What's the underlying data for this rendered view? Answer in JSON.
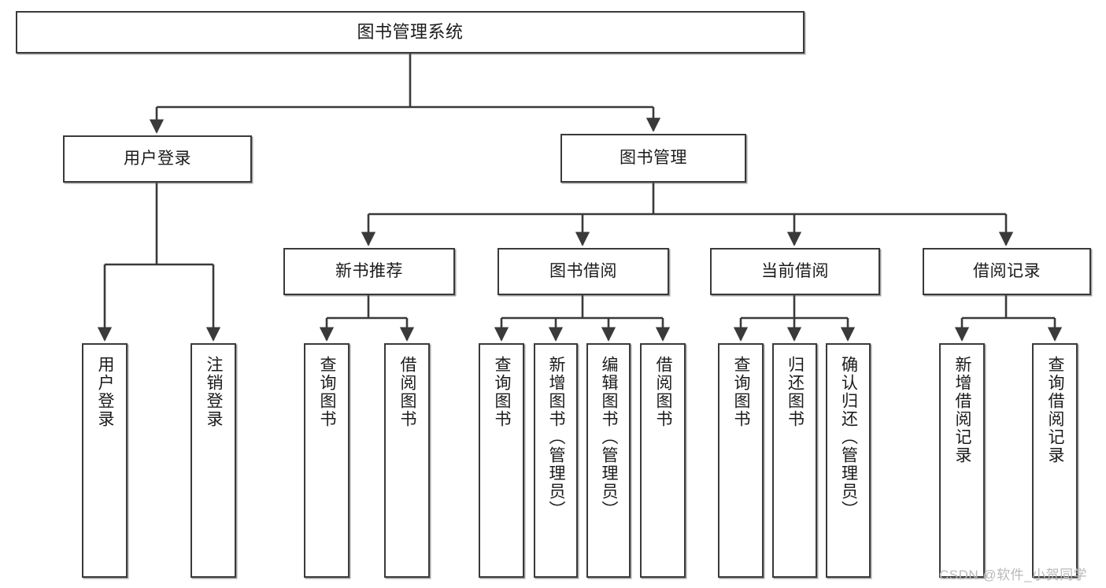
{
  "diagram": {
    "title": "图书管理系统",
    "type": "tree",
    "stroke_color": "#3a3a3a",
    "fill_color": "#ffffff",
    "text_color": "#1b1b1b"
  },
  "root": {
    "label": "图书管理系统"
  },
  "level2": [
    {
      "label": "用户登录"
    },
    {
      "label": "图书管理"
    }
  ],
  "level3": [
    {
      "label": "新书推荐"
    },
    {
      "label": "图书借阅"
    },
    {
      "label": "当前借阅"
    },
    {
      "label": "借阅记录"
    }
  ],
  "leaves": {
    "user_login": [
      {
        "label": "用户登录"
      },
      {
        "label": "注销登录"
      }
    ],
    "new_book_recommend": [
      {
        "label": "查询图书"
      },
      {
        "label": "借阅图书"
      }
    ],
    "book_borrow": [
      {
        "label": "查询图书"
      },
      {
        "label": "新增图书（管理员）"
      },
      {
        "label": "编辑图书（管理员）"
      },
      {
        "label": "借阅图书"
      }
    ],
    "current_borrow": [
      {
        "label": "查询图书"
      },
      {
        "label": "归还图书"
      },
      {
        "label": "确认归还（管理员）"
      }
    ],
    "borrow_record": [
      {
        "label": "新增借阅记录"
      },
      {
        "label": "查询借阅记录"
      }
    ]
  },
  "watermark": {
    "text": "CSDN @软件_小贺同学",
    "color": "#b9b9b9"
  }
}
